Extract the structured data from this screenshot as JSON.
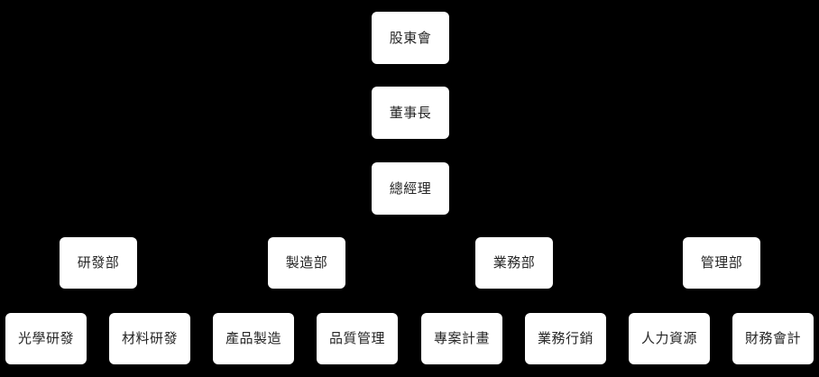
{
  "chart": {
    "type": "organization-chart",
    "background_color": "#000000",
    "node_fill_color": "#ffffff",
    "node_text_color": "#262626",
    "connector_color": "#000000",
    "levels": [
      {
        "level": 1,
        "name": "shareholders",
        "nodes": [
          {
            "id": "n-shareholders",
            "label": "股東會"
          }
        ]
      },
      {
        "level": 2,
        "name": "chairman",
        "nodes": [
          {
            "id": "n-chairman",
            "label": "董事長"
          }
        ]
      },
      {
        "level": 3,
        "name": "general-manager",
        "nodes": [
          {
            "id": "n-general-manager",
            "label": "總經理"
          }
        ]
      },
      {
        "level": 4,
        "name": "departments",
        "nodes": [
          {
            "id": "n-rd-dept",
            "label": "研發部"
          },
          {
            "id": "n-manufacturing-dept",
            "label": "製造部"
          },
          {
            "id": "n-sales-dept",
            "label": "業務部"
          },
          {
            "id": "n-admin-dept",
            "label": "管理部"
          }
        ]
      },
      {
        "level": 5,
        "name": "sub-units",
        "nodes": [
          {
            "id": "n-optical-rd",
            "label": "光學研發",
            "parent": "n-rd-dept"
          },
          {
            "id": "n-material-rd",
            "label": "材料研發",
            "parent": "n-rd-dept"
          },
          {
            "id": "n-product-manufacturing",
            "label": "產品製造",
            "parent": "n-manufacturing-dept"
          },
          {
            "id": "n-quality-management",
            "label": "品質管理",
            "parent": "n-manufacturing-dept"
          },
          {
            "id": "n-project-planning",
            "label": "專案計畫",
            "parent": "n-sales-dept"
          },
          {
            "id": "n-sales-marketing",
            "label": "業務行銷",
            "parent": "n-sales-dept"
          },
          {
            "id": "n-human-resources",
            "label": "人力資源",
            "parent": "n-admin-dept"
          },
          {
            "id": "n-finance-accounting",
            "label": "財務會計",
            "parent": "n-admin-dept"
          }
        ]
      }
    ]
  }
}
